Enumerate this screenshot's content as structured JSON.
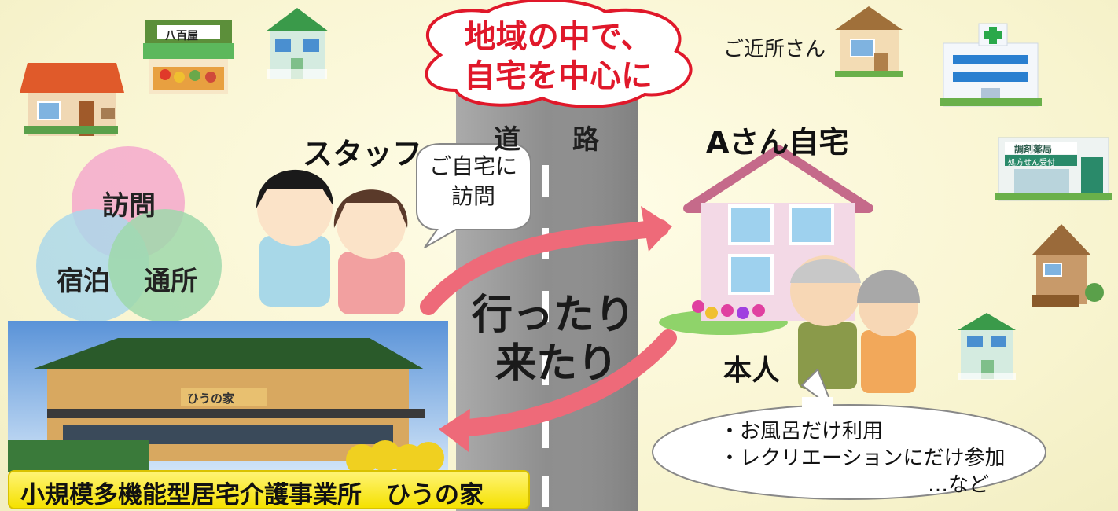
{
  "cloud_title": {
    "line1": "地域の中で、",
    "line2": "自宅を中心に"
  },
  "road": {
    "char1": "道",
    "char2": "路"
  },
  "staff_label": "スタッフ",
  "visit_bubble": {
    "line1": "ご自宅に",
    "line2": "訪問"
  },
  "venn": {
    "visit": "訪問",
    "stay": "宿泊",
    "day": "通所"
  },
  "arrow_text": {
    "line1": "行ったり",
    "line2": "来たり"
  },
  "home_label": "Aさん自宅",
  "neighbor_label": "ご近所さん",
  "person_label": "本人",
  "facility_sign": "ひうの家",
  "banner": "小規模多機能型居宅介護事業所　ひうの家",
  "shop_sign": "八百屋",
  "pharmacy_sign": "調剤薬局",
  "pharmacy_sub": "処方せん受付",
  "note": {
    "line1": "・お風呂だけ利用",
    "line2": "・レクリエーションにだけ参加",
    "line3": "…など"
  },
  "colors": {
    "accent_red": "#e0182a",
    "road": "#8e8e8e",
    "banner": "#f5e100",
    "venn_pink": "#f5a9cc",
    "venn_blue": "#9fd3ee",
    "venn_green": "#8fd3a4",
    "arrow": "#ee6a79"
  }
}
